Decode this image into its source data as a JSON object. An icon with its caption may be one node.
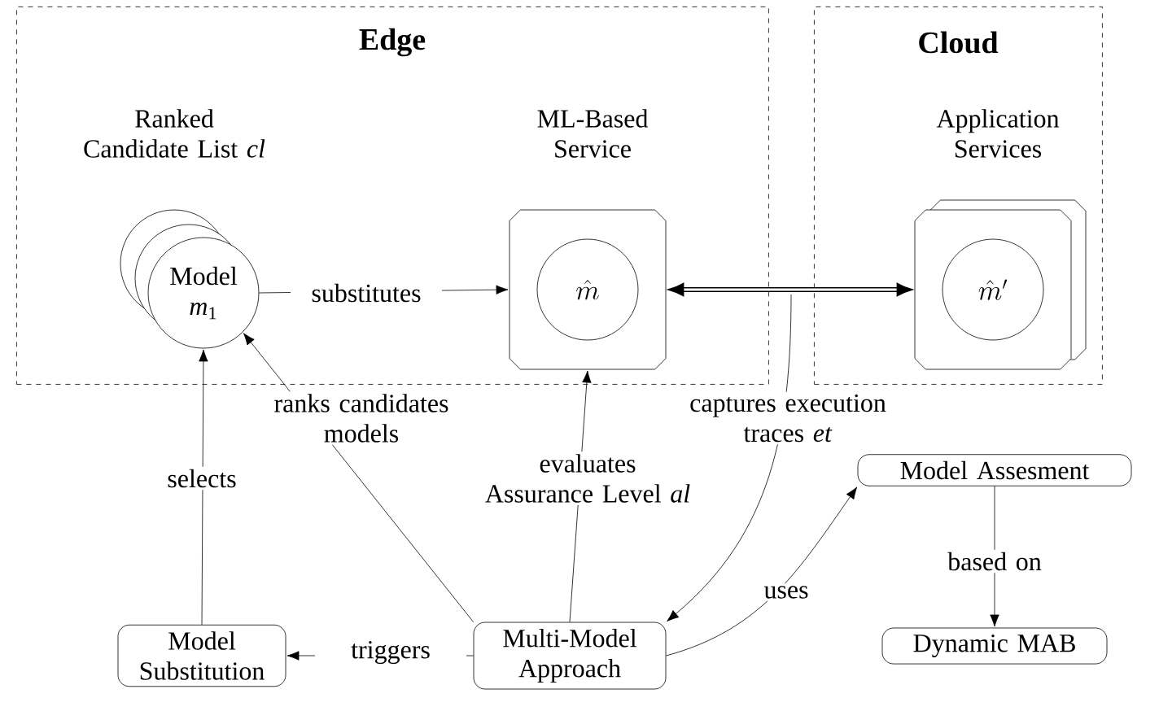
{
  "diagram": {
    "nodes": [
      {
        "text": [
          "Edge"
        ]
      },
      {
        "text": [
          "Cloud"
        ]
      },
      {
        "text": [
          "Ranked Candidate List *cl*",
          "Model *m*$_{1}$"
        ],
        "in": 0
      },
      {
        "text": [
          "ML-Based Service"
        ],
        "in": 0
      },
      {
        "text": [
          "\\hat{m}"
        ],
        "in": 3
      },
      {
        "text": [
          "Application Services"
        ],
        "in": 1
      },
      {
        "text": [
          "\\hat{m}'"
        ],
        "in": 5
      },
      {
        "text": [
          "Model Substitution"
        ]
      },
      {
        "text": [
          "Multi-Model Approach"
        ]
      },
      {
        "text": [
          "Model Assesment"
        ]
      },
      {
        "text": [
          "Dynamic MAB"
        ]
      }
    ],
    "edges": [
      {
        "from": 2,
        "to": 3,
        "arrow": "to",
        "label": "substitutes"
      },
      {
        "from": 3,
        "to": 5,
        "arrow": "both",
        "style": "thick"
      },
      {
        "from": 7,
        "to": 2,
        "arrow": "to",
        "label": "selects"
      },
      {
        "from": 8,
        "to": 2,
        "arrow": "to",
        "label": "ranks candidates models"
      },
      {
        "from": 8,
        "to": 3,
        "arrow": "to",
        "label": "evaluates Assurance Level *al*"
      },
      {
        "from": null,
        "to": 8,
        "arrow": "to",
        "label": "captures execution traces *et*"
      },
      {
        "from": 8,
        "to": 7,
        "arrow": "to",
        "label": "triggers"
      },
      {
        "from": 8,
        "to": 9,
        "arrow": "to",
        "label": "uses"
      },
      {
        "from": 9,
        "to": 10,
        "arrow": "to",
        "label": "based on"
      }
    ]
  }
}
